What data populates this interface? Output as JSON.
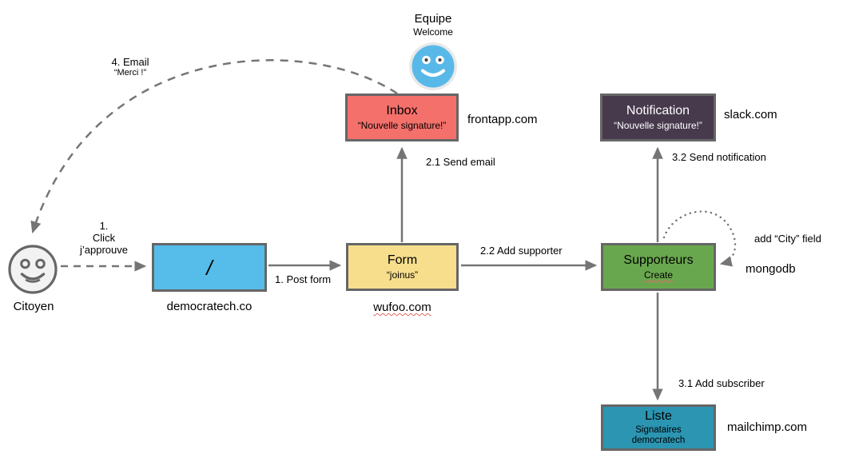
{
  "actors": {
    "citoyen": {
      "label": "Citoyen"
    },
    "equipe": {
      "label": "Equipe",
      "sublabel": "Welcome"
    }
  },
  "nodes": {
    "homepage": {
      "title": "/",
      "caption": "democratech.co"
    },
    "form": {
      "title": "Form",
      "subtitle": "“joinus”",
      "caption": "wufoo.com"
    },
    "supporteurs": {
      "title": "Supporteurs",
      "subtitle": "Create"
    },
    "inbox": {
      "title": "Inbox",
      "subtitle": "“Nouvelle signature!”"
    },
    "notification": {
      "title": "Notification",
      "subtitle": "“Nouvelle signature!”"
    },
    "liste": {
      "title": "Liste",
      "lines": [
        "Signataires",
        "democratech"
      ]
    }
  },
  "services": {
    "frontapp": "frontapp.com",
    "slack": "slack.com",
    "mailchimp": "mailchimp.com",
    "mongodb": "mongodb"
  },
  "edges": {
    "click": {
      "lines": [
        "1.",
        "Click",
        "j’approuve"
      ]
    },
    "post_form": "1. Post form",
    "send_email": "2.1 Send email",
    "add_supporter": "2.2 Add supporter",
    "send_notification": "3.2 Send notification",
    "add_subscriber": "3.1 Add subscriber",
    "email_thanks": {
      "lines": [
        "4. Email",
        "“Merci !”"
      ]
    },
    "add_city_field": "add “City” field"
  },
  "colors": {
    "homepage_fill": "#56bce9",
    "form_fill": "#f6de8d",
    "supporteurs_fill": "#69a74e",
    "inbox_fill": "#f4706b",
    "notification_fill": "#473a4d",
    "liste_fill": "#2b95b2",
    "node_border": "#666666",
    "connector": "#757575",
    "smiley_blue": "#58b9e8",
    "squiggle_red": "#e06666"
  }
}
